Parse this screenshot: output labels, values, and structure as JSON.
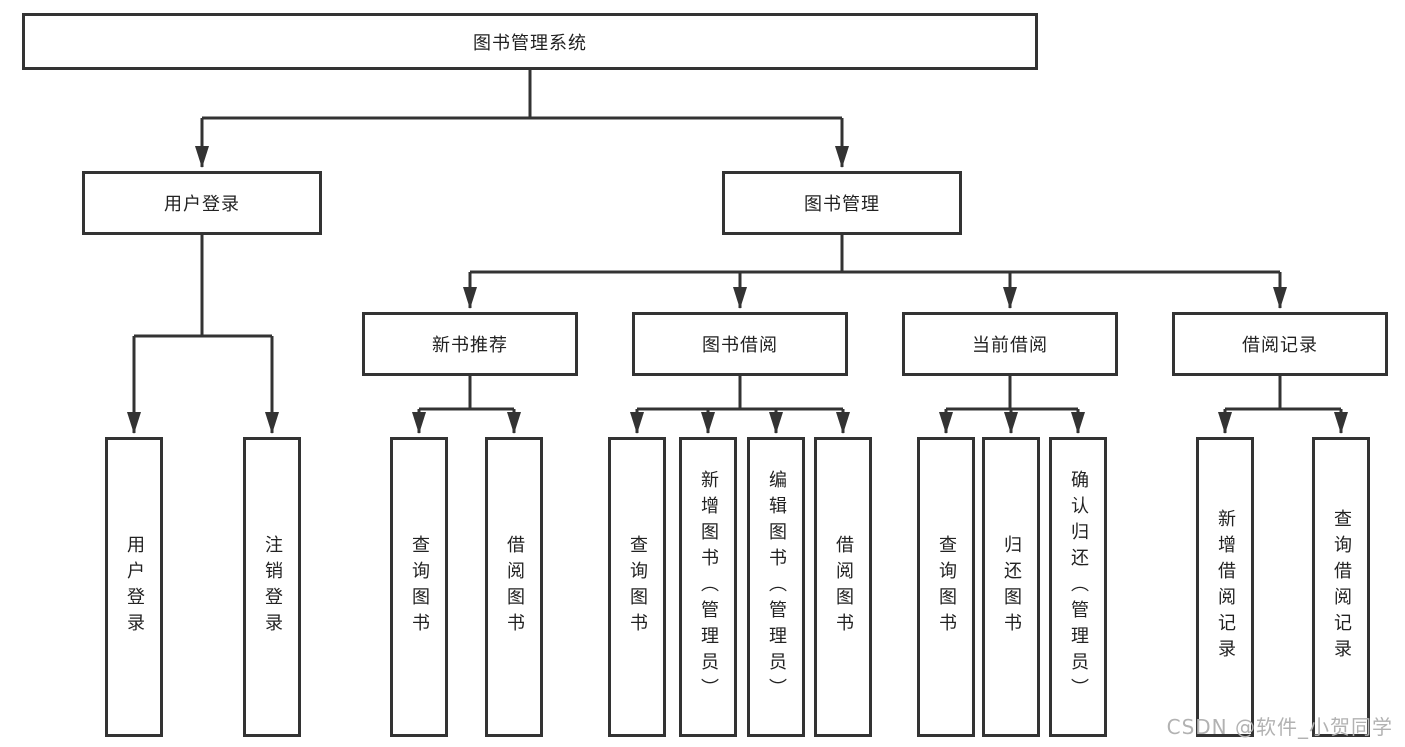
{
  "tree": {
    "root": "图书管理系统",
    "branches": [
      {
        "label": "用户登录",
        "children": [
          "用户登录",
          "注销登录"
        ]
      },
      {
        "label": "图书管理",
        "children": [
          {
            "label": "新书推荐",
            "children": [
              "查询图书",
              "借阅图书"
            ]
          },
          {
            "label": "图书借阅",
            "children": [
              "查询图书",
              "新增图书（管理员）",
              "编辑图书（管理员）",
              "借阅图书"
            ]
          },
          {
            "label": "当前借阅",
            "children": [
              "查询图书",
              "归还图书",
              "确认归还（管理员）"
            ]
          },
          {
            "label": "借阅记录",
            "children": [
              "新增借阅记录",
              "查询借阅记录"
            ]
          }
        ]
      }
    ]
  },
  "watermark": "CSDN @软件_小贺同学",
  "colors": {
    "line": "#333333",
    "box_border": "#333333",
    "text": "#222222",
    "watermark": "#b2b2b2",
    "background": "#ffffff"
  }
}
